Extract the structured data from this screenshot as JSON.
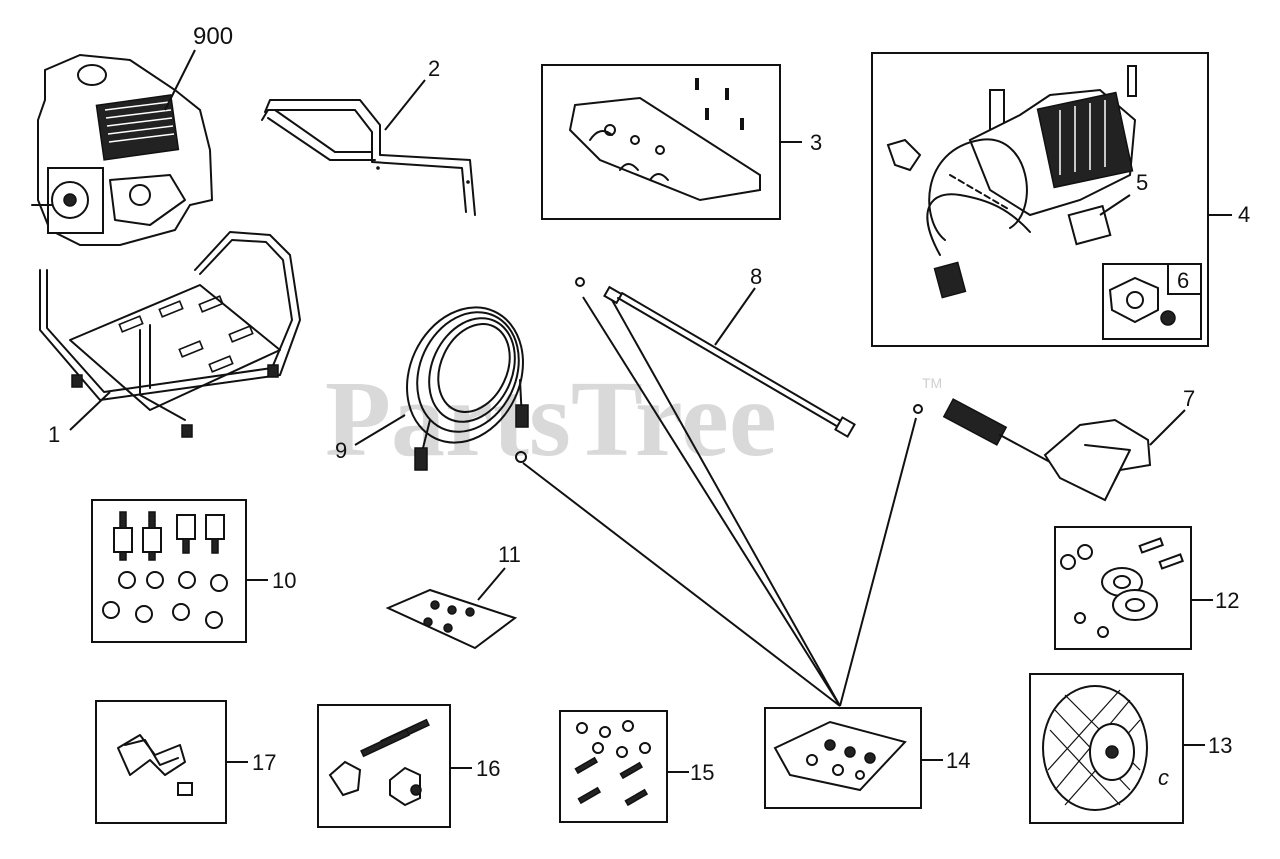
{
  "watermark": "PartsTree",
  "trademark": "TM",
  "callouts": {
    "p900": "900",
    "p1": "1",
    "p2": "2",
    "p3": "3",
    "p4": "4",
    "p5": "5",
    "p6": "6",
    "p7": "7",
    "p8": "8",
    "p9": "9",
    "p10": "10",
    "p11": "11",
    "p12": "12",
    "p13": "13",
    "p14": "14",
    "p15": "15",
    "p16": "16",
    "p17": "17"
  },
  "tire_mark": "c"
}
